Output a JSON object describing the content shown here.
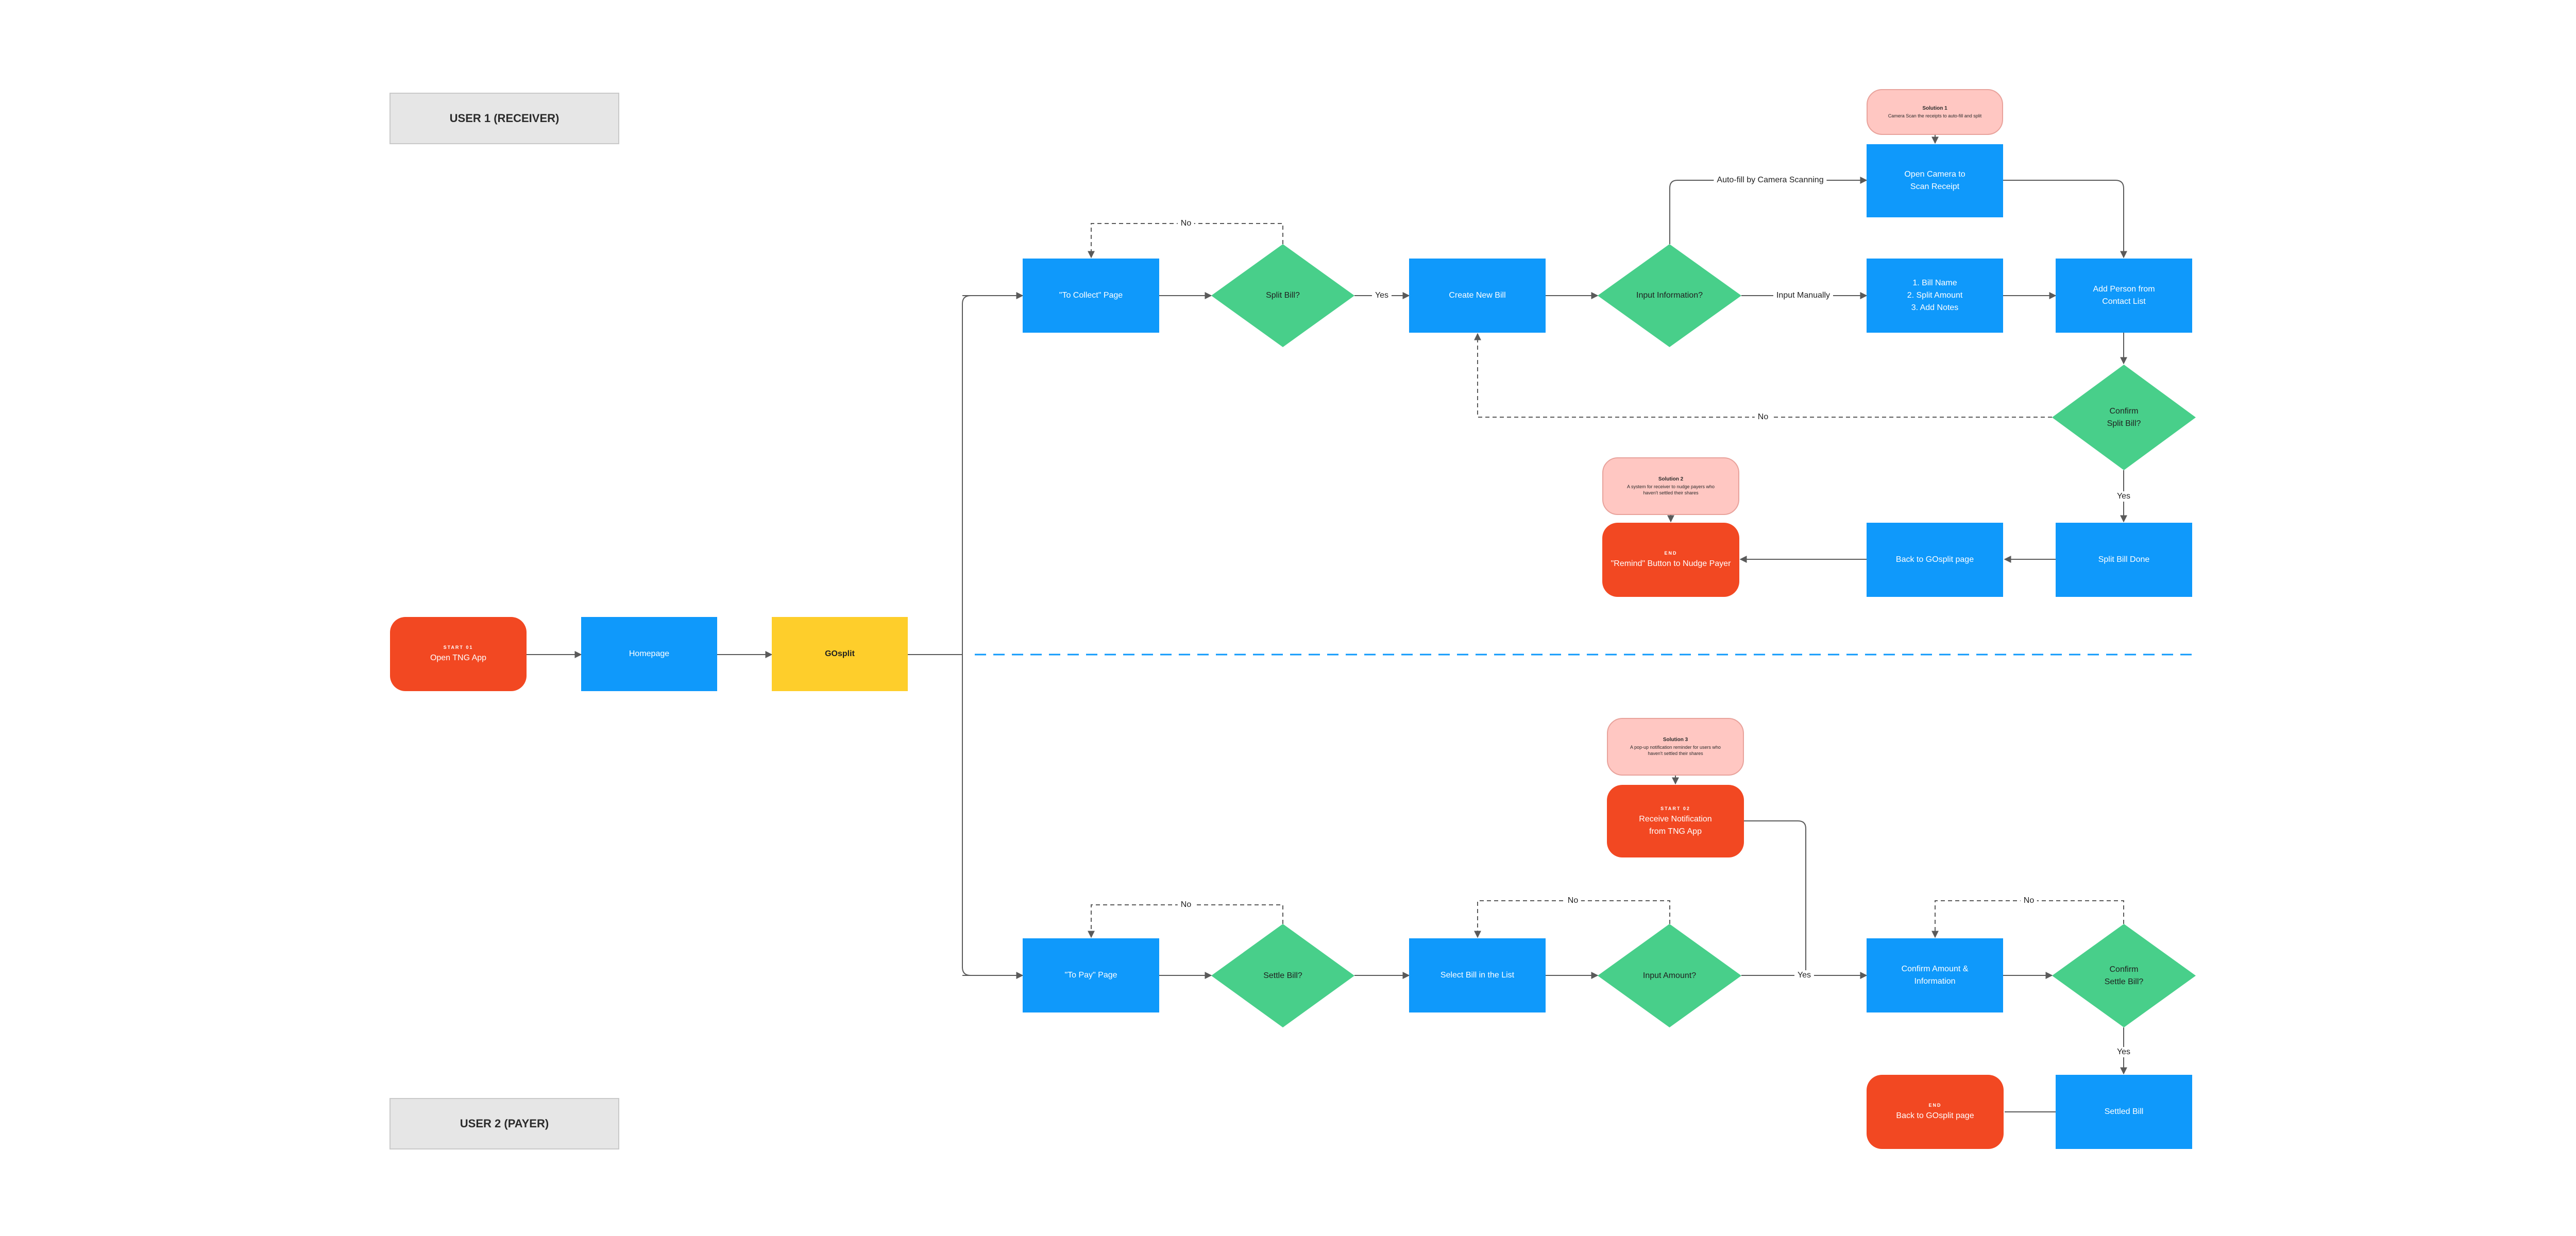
{
  "lanes": {
    "receiver": "USER 1 (RECEIVER)",
    "payer": "USER 2 (PAYER)"
  },
  "nodes": {
    "open_tng": {
      "tag": "START 01",
      "label": "Open TNG App"
    },
    "homepage": {
      "label": "Homepage"
    },
    "gosplit": {
      "label": "GOsplit"
    },
    "to_collect": {
      "label": "\"To Collect\" Page"
    },
    "split_bill_q": {
      "label": "Split Bill?"
    },
    "create_bill": {
      "label": "Create New Bill"
    },
    "input_info_q": {
      "label": "Input Information?"
    },
    "open_camera": {
      "line1": "Open Camera to",
      "line2": "Scan Receipt"
    },
    "manual_fields": {
      "line1": "1. Bill Name",
      "line2": "2. Split Amount",
      "line3": "3. Add Notes"
    },
    "add_person": {
      "line1": "Add Person from",
      "line2": "Contact List"
    },
    "confirm_split_q": {
      "line1": "Confirm",
      "line2": "Split Bill?"
    },
    "split_done": {
      "label": "Split Bill Done"
    },
    "back_gosplit_1": {
      "label": "Back to GOsplit page"
    },
    "remind": {
      "tag": "END",
      "label": "\"Remind\" Button to Nudge Payer"
    },
    "to_pay": {
      "label": "\"To Pay\" Page"
    },
    "settle_bill_q": {
      "label": "Settle Bill?"
    },
    "select_bill": {
      "label": "Select Bill in the List"
    },
    "input_amount_q": {
      "label": "Input Amount?"
    },
    "receive_notif": {
      "tag": "START 02",
      "line1": "Receive Notification",
      "line2": "from TNG App"
    },
    "confirm_amount": {
      "line1": "Confirm Amount &",
      "line2": "Information"
    },
    "confirm_settle_q": {
      "line1": "Confirm",
      "line2": "Settle Bill?"
    },
    "settled_bill": {
      "label": "Settled Bill"
    },
    "back_gosplit_end": {
      "tag": "END",
      "label": "Back to GOsplit page"
    }
  },
  "notes": {
    "solution1": {
      "title": "Solution 1",
      "desc": "Camera Scan the receipts to auto-fill and split"
    },
    "solution2": {
      "title": "Solution 2",
      "desc": "A system for receiver to nudge payers who haven't settled their shares"
    },
    "solution3": {
      "title": "Solution 3",
      "desc": "A pop-up notification reminder for users who haven't settled their shares"
    }
  },
  "edge_labels": {
    "no": "No",
    "yes": "Yes",
    "auto_fill": "Auto-fill by Camera Scanning",
    "input_manually": "Input Manually"
  },
  "colors": {
    "process": "#0f99fb",
    "decision": "#48cf8a",
    "terminal": "#f24822",
    "highlight": "#fece2b",
    "note": "#ffc7c2",
    "lane": "#e6e6e6",
    "connector": "#5a5a5a",
    "divider": "#0f99fb"
  }
}
